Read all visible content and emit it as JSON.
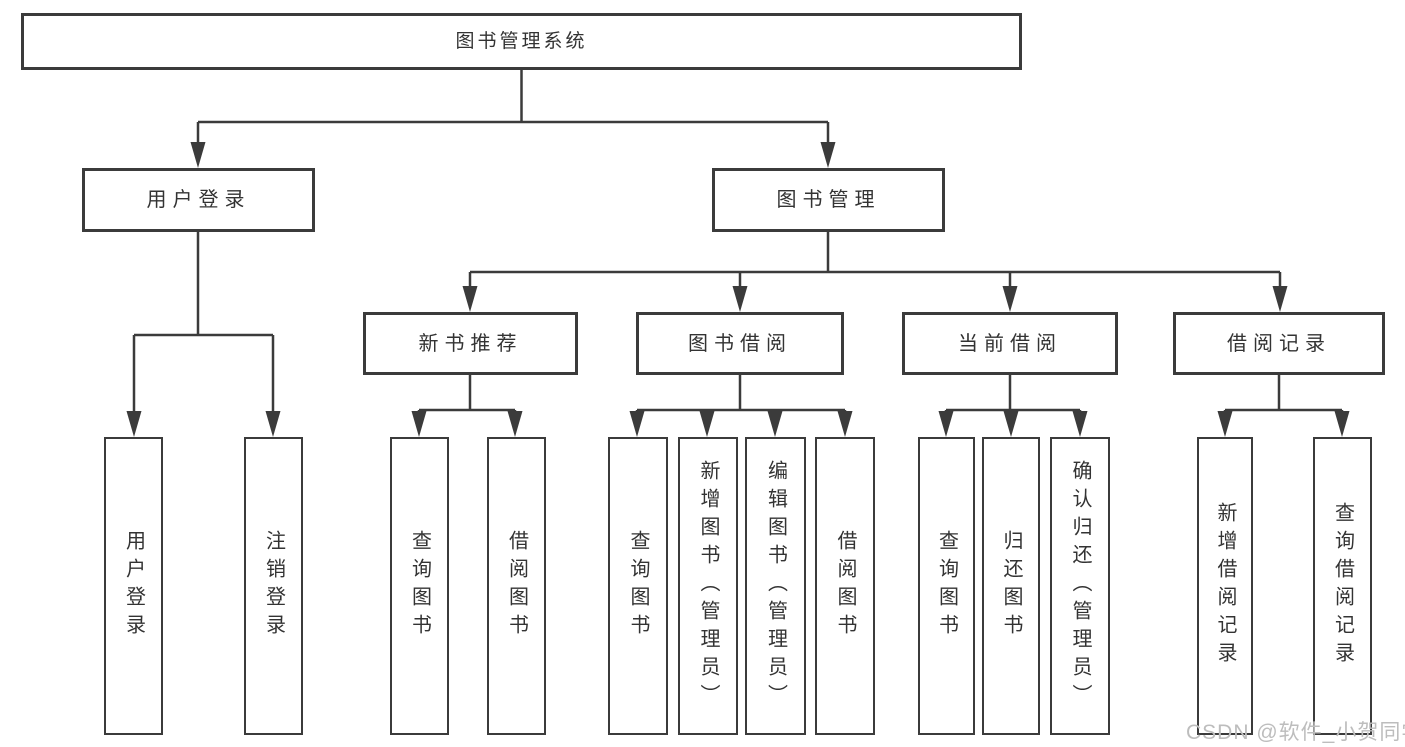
{
  "diagram_title": "图书管理系统",
  "nodes": {
    "root": "图书管理系统",
    "user_login": "用户登录",
    "book_management": "图书管理",
    "new_book_recommend": "新书推荐",
    "book_borrow": "图书借阅",
    "current_borrow": "当前借阅",
    "borrow_records": "借阅记录",
    "leaf_user_login": "用户登录",
    "leaf_logout": "注销登录",
    "leaf_query_book_1": "查询图书",
    "leaf_borrow_book_1": "借阅图书",
    "leaf_query_book_2": "查询图书",
    "leaf_add_book_admin": "新增图书（管理员）",
    "leaf_edit_book_admin": "编辑图书（管理员）",
    "leaf_borrow_book_2": "借阅图书",
    "leaf_query_book_3": "查询图书",
    "leaf_return_book": "归还图书",
    "leaf_confirm_return_admin": "确认归还（管理员）",
    "leaf_add_borrow_record": "新增借阅记录",
    "leaf_query_borrow_record": "查询借阅记录"
  },
  "watermark": "CSDN @软件_小贺同学",
  "colors": {
    "line": "#3b3b3b",
    "box_border": "#3b3b3b",
    "text": "#333333",
    "watermark_text": "#bdbdbd",
    "background": "#ffffff"
  }
}
